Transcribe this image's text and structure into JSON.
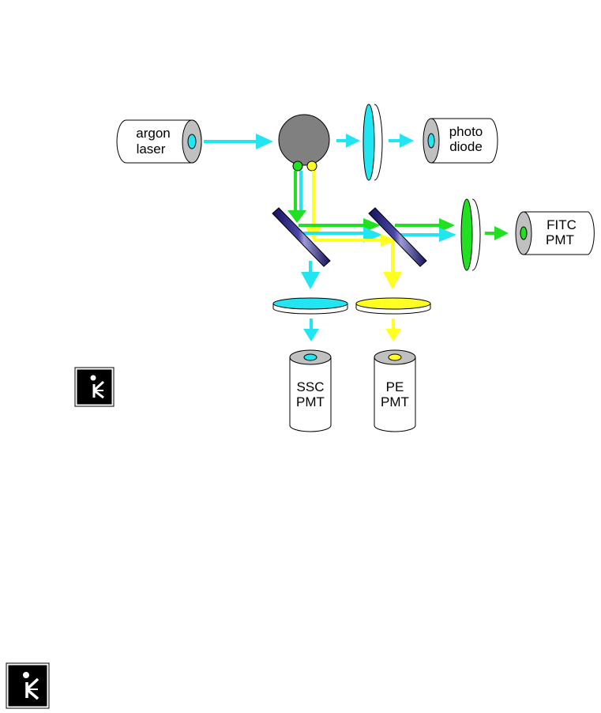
{
  "labels": {
    "laser": [
      "argon",
      "laser"
    ],
    "photodiode": [
      "photo",
      "diode"
    ],
    "fitc": [
      "FITC",
      "PMT"
    ],
    "ssc": [
      "SSC",
      "PMT"
    ],
    "pe": [
      "PE",
      "PMT"
    ]
  },
  "icons": {
    "small_logo": "running-figure-logo-icon",
    "large_logo": "running-figure-logo-icon"
  },
  "colors": {
    "cyan": "#22e5f2",
    "green": "#21e021",
    "yellow": "#ffff22",
    "gray": "#808080",
    "light_gray": "#c8c8c8",
    "mirror": "#2a1f6e"
  }
}
